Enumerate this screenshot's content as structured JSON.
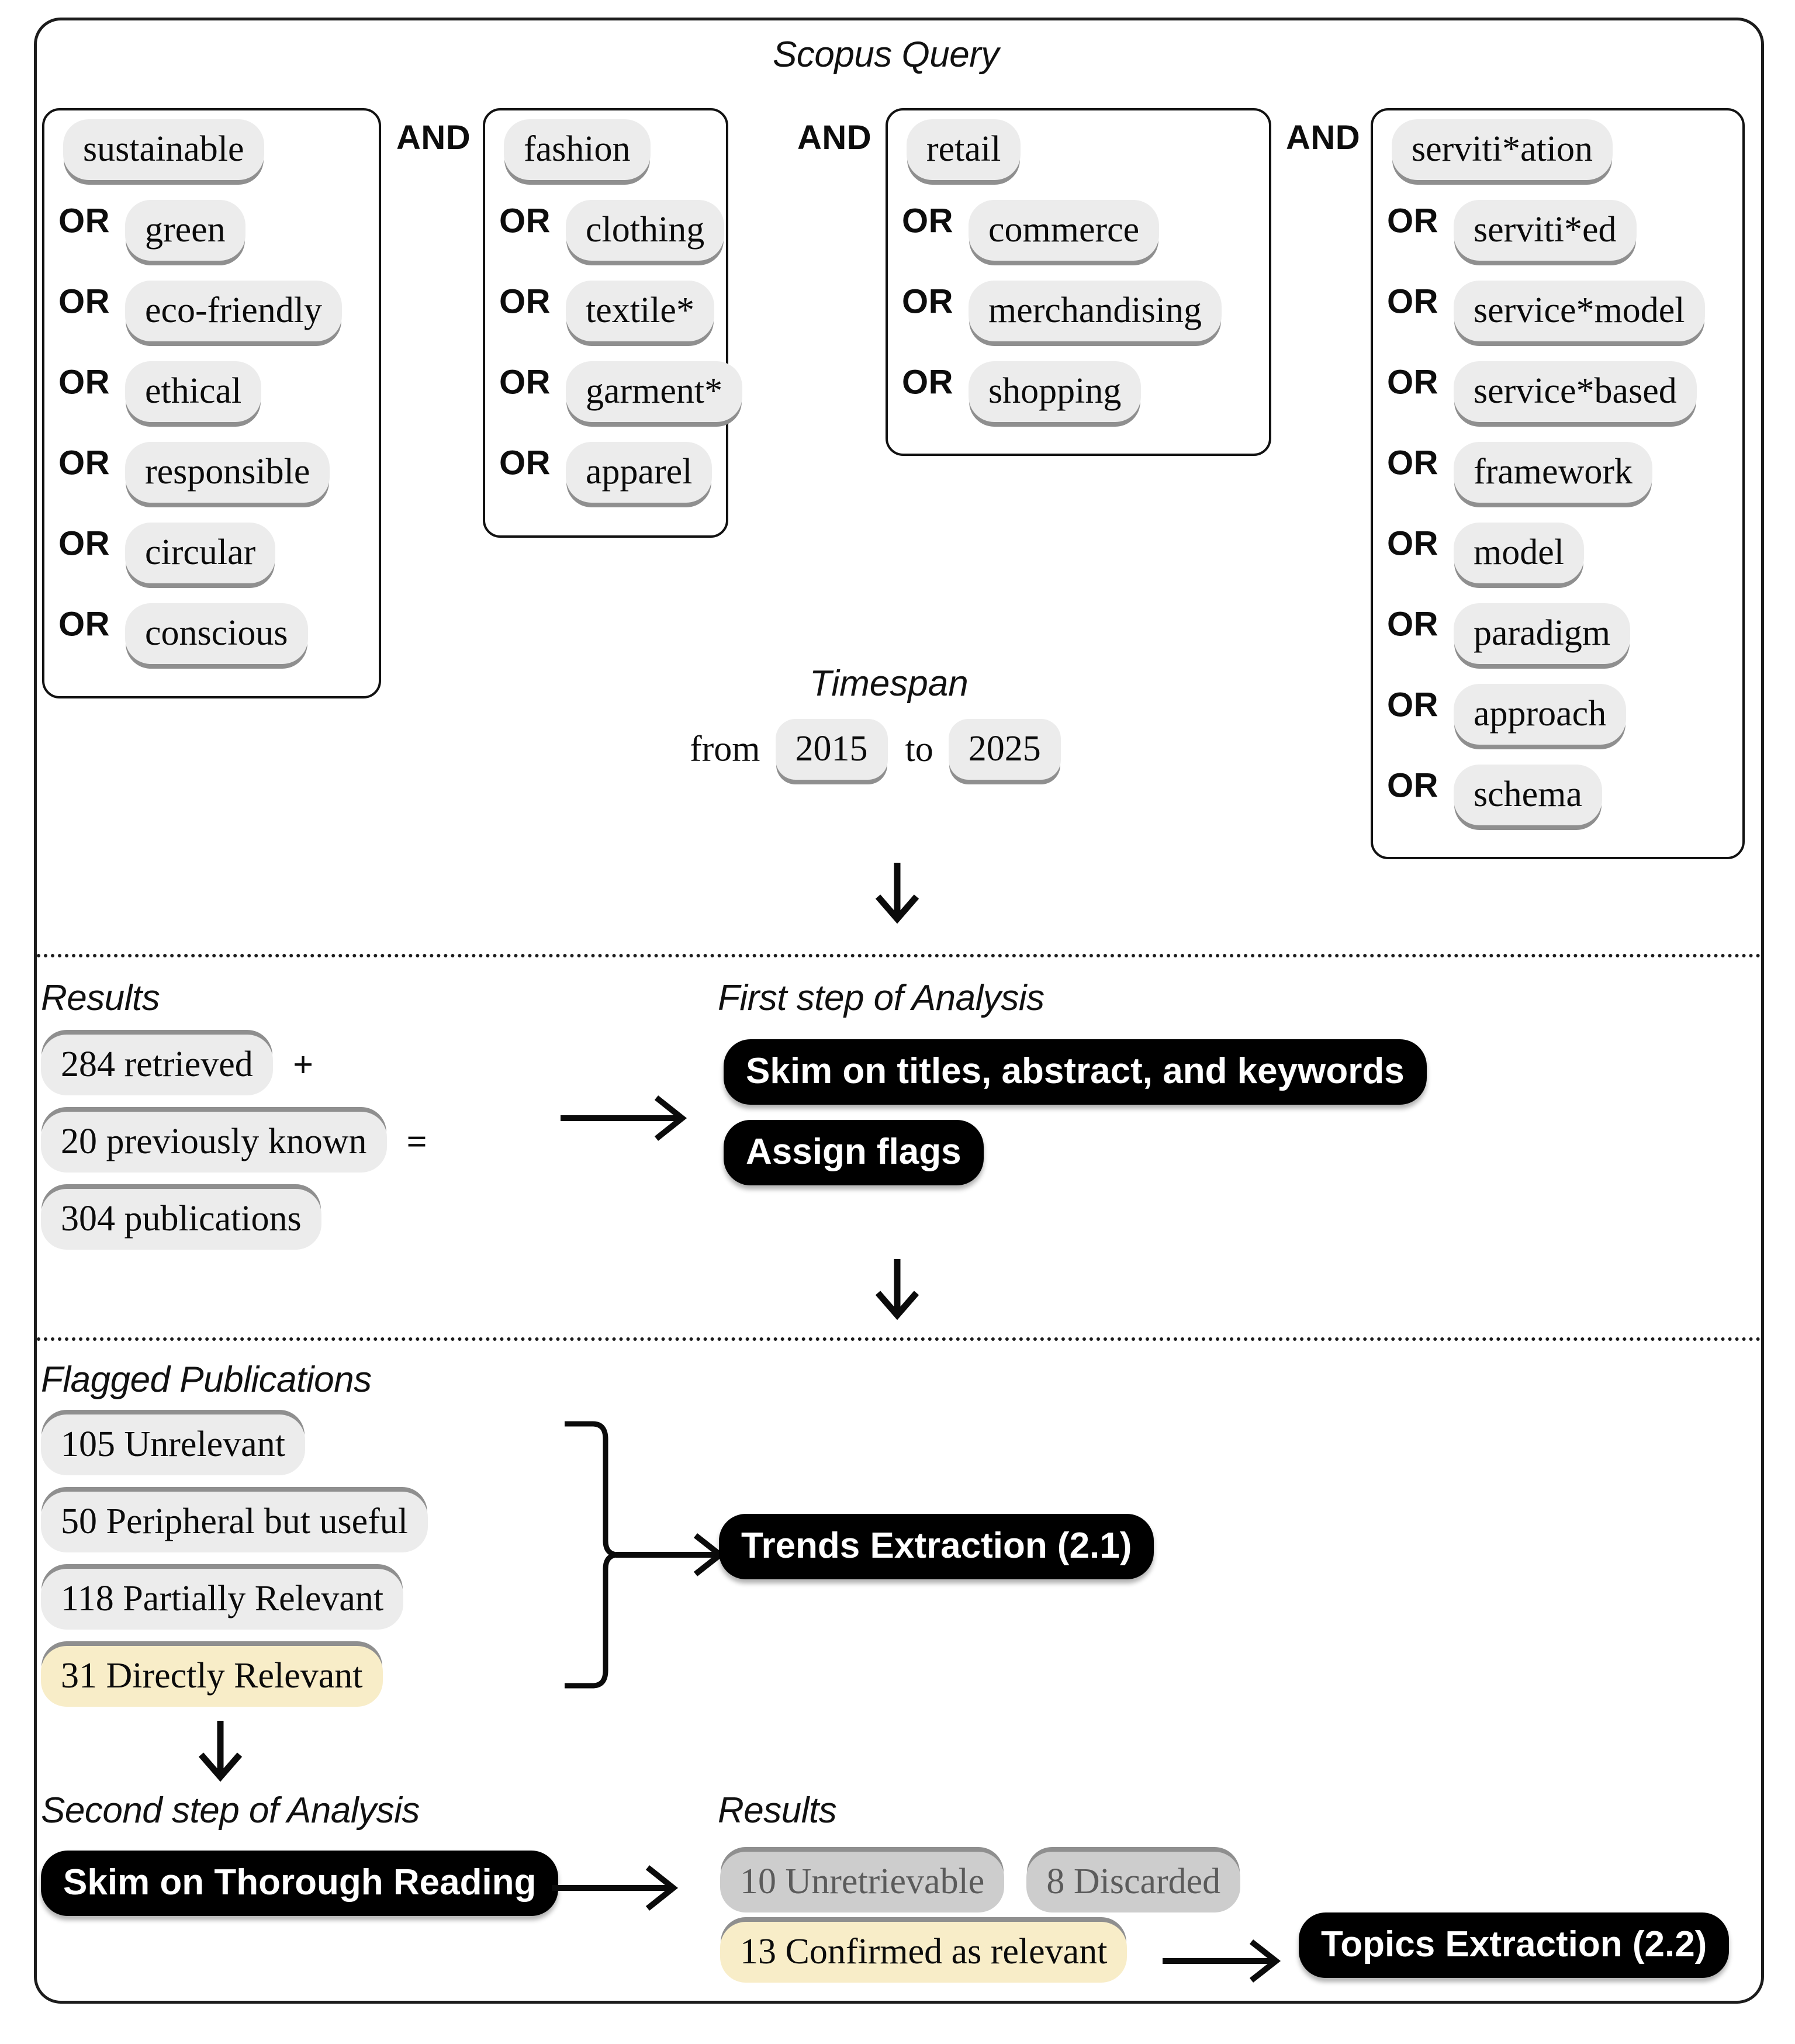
{
  "figure": {
    "title": "Scopus Query"
  },
  "query": {
    "and_label": "AND",
    "or_label": "OR",
    "groups": [
      {
        "name": "sustainability-terms",
        "terms": [
          "sustainable",
          "green",
          "eco-friendly",
          "ethical",
          "responsible",
          "circular",
          "conscious"
        ]
      },
      {
        "name": "fashion-terms",
        "terms": [
          "fashion",
          "clothing",
          "textile*",
          "garment*",
          "apparel"
        ]
      },
      {
        "name": "retail-terms",
        "terms": [
          "retail",
          "commerce",
          "merchandising",
          "shopping"
        ]
      },
      {
        "name": "servitization-terms",
        "terms": [
          "serviti*ation",
          "serviti*ed",
          "service*model",
          "service*based",
          "framework",
          "model",
          "paradigm",
          "approach",
          "schema"
        ]
      }
    ]
  },
  "timespan": {
    "title": "Timespan",
    "from_label": "from",
    "to_label": "to",
    "from_value": "2015",
    "to_value": "2025"
  },
  "results_first": {
    "title": "Results",
    "retrieved": "284 retrieved",
    "plus": "+",
    "previously_known": "20 previously known",
    "equals": "=",
    "total": "304 publications"
  },
  "first_step": {
    "title": "First step of Analysis",
    "action_skim": "Skim on titles, abstract, and keywords",
    "action_flags": "Assign flags"
  },
  "flagged": {
    "title": "Flagged Publications",
    "items": [
      {
        "label": "105 Unrelevant",
        "highlight": false
      },
      {
        "label": "50 Peripheral but useful",
        "highlight": false
      },
      {
        "label": "118 Partially Relevant",
        "highlight": false
      },
      {
        "label": "31 Directly Relevant",
        "highlight": true
      }
    ],
    "trends_button": "Trends Extraction (2.1)"
  },
  "second_step": {
    "title": "Second step of Analysis",
    "action": "Skim on Thorough Reading"
  },
  "results_second": {
    "title": "Results",
    "unretrievable": "10 Unretrievable",
    "discarded": "8 Discarded",
    "confirmed": "13 Confirmed as relevant",
    "topics_button": "Topics Extraction (2.2)"
  },
  "colors": {
    "highlight_yellow": "#f8edc8",
    "pill_gray": "#ececec",
    "dim_gray": "#cdcdcd",
    "black": "#000000"
  }
}
